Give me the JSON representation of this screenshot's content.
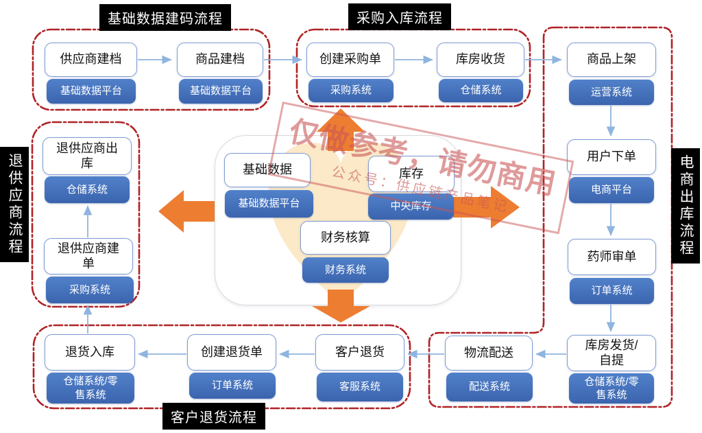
{
  "flows": {
    "base_data": {
      "title": "基础数据建码流程",
      "steps": [
        {
          "title": "供应商建档",
          "system": "基础数据平台"
        },
        {
          "title": "商品建档",
          "system": "基础数据平台"
        }
      ]
    },
    "purchase": {
      "title": "采购入库流程",
      "steps": [
        {
          "title": "创建采购单",
          "system": "采购系统"
        },
        {
          "title": "库房收货",
          "system": "仓储系统"
        }
      ]
    },
    "ecommerce": {
      "title": "电商出库流程",
      "steps": [
        {
          "title": "商品上架",
          "system": "运营系统"
        },
        {
          "title": "用户下单",
          "system": "电商平台"
        },
        {
          "title": "药师审单",
          "system": "订单系统"
        },
        {
          "title": "库房发货/自提",
          "system": "仓储系统/零售系统"
        }
      ]
    },
    "supplier_return": {
      "title": "退供应商流程",
      "steps": [
        {
          "title": "退供应商出库",
          "system": "仓储系统"
        },
        {
          "title": "退供应商建单",
          "system": "采购系统"
        }
      ]
    },
    "customer_return": {
      "title": "客户退货流程",
      "steps": [
        {
          "title": "退货入库",
          "system": "仓储系统/零售系统"
        },
        {
          "title": "创建退货单",
          "system": "订单系统"
        },
        {
          "title": "客户退货",
          "system": "客服系统"
        },
        {
          "title": "物流配送",
          "system": "配送系统"
        }
      ]
    }
  },
  "center": {
    "modules": [
      {
        "title": "基础数据",
        "system": "基础数据平台"
      },
      {
        "title": "库存",
        "system": "中央库存"
      },
      {
        "title": "财务核算",
        "system": "财务系统"
      }
    ]
  },
  "watermark": {
    "line1": "仅做参考，请勿商用",
    "line2": "公众号：供应链产品笔记"
  },
  "colors": {
    "flow_border_red": "#b02226",
    "step_border_blue": "#7f9bd3",
    "system_label_blue_top": "#5181ca",
    "system_label_blue_bottom": "#3b64ae",
    "connector_blue": "#8fb4de",
    "block_arrow_orange": "#ed7d31",
    "header_bg": "#000000",
    "header_text": "#ffffff",
    "heart_fill": "#fbe9c8",
    "watermark_pink": "#c95656"
  }
}
